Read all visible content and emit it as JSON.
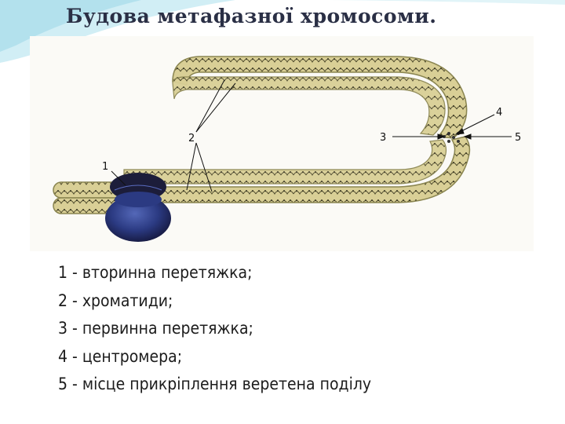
{
  "slide": {
    "title": "Будова  метафазної хромосоми."
  },
  "diagram": {
    "callouts": [
      {
        "id": "1",
        "label": "1"
      },
      {
        "id": "2",
        "label": "2"
      },
      {
        "id": "3",
        "label": "3"
      },
      {
        "id": "4",
        "label": "4"
      },
      {
        "id": "5",
        "label": "5"
      }
    ],
    "colors": {
      "chromatid_fill": "#d9cf96",
      "chromatid_outline": "#8a8550",
      "centromere_dark": "#1c1d3a",
      "centromere_blue": "#3a4ea0",
      "accent_teal": "#9fd6e6"
    }
  },
  "legend": {
    "items": [
      {
        "num": "1",
        "sep": " - ",
        "text": "вторинна перетяжка;"
      },
      {
        "num": "2",
        "sep": " - ",
        "text": "хроматиди;"
      },
      {
        "num": "3",
        "sep": " - ",
        "text": "первинна перетяжка;"
      },
      {
        "num": "4",
        "sep": " - ",
        "text": "центромера;"
      },
      {
        "num": "5",
        "sep": " - ",
        "text": "місце прикріплення веретена поділу"
      }
    ]
  }
}
